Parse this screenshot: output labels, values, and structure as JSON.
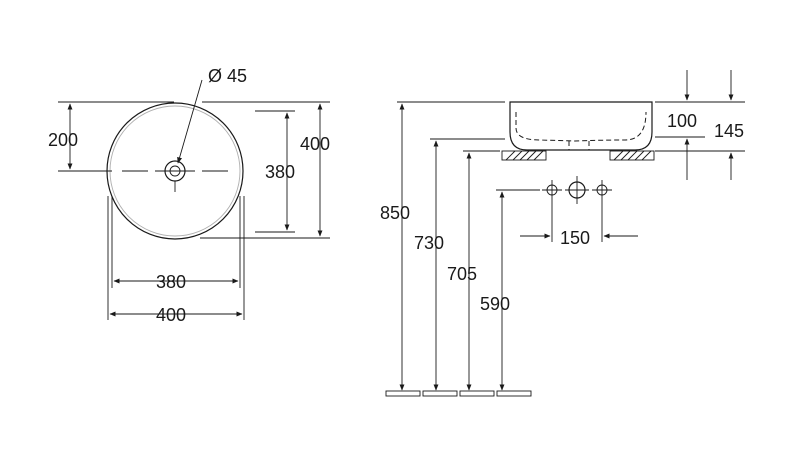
{
  "top_view": {
    "drain_label": "Ø 45",
    "half_height_label": "200",
    "inner_height_label": "380",
    "outer_height_label": "400",
    "inner_width_label": "380",
    "outer_width_label": "400"
  },
  "side_view": {
    "bowl_height_label": "100",
    "total_height_label": "145",
    "tap_spacing_label": "150",
    "height_850_label": "850",
    "height_730_label": "730",
    "height_705_label": "705",
    "height_590_label": "590"
  }
}
